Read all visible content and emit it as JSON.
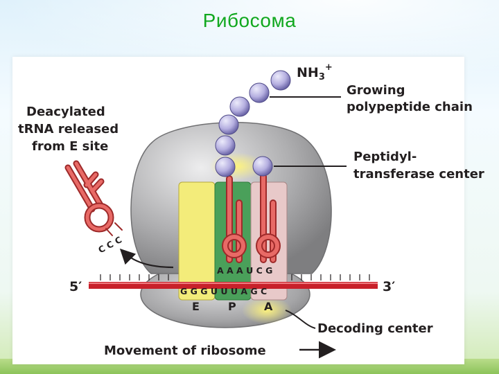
{
  "slide_title": "Рибосома",
  "labels": {
    "nh3": "NH",
    "nh3_sub": "3",
    "nh3_sup": "+",
    "growing_line1": "Growing",
    "growing_line2": "polypeptide chain",
    "deacylated_line1": "Deacylated",
    "deacylated_line2": "tRNA released",
    "deacylated_line3": "from E site",
    "peptidyl_line1": "Peptidyl-",
    "peptidyl_line2": "transferase center",
    "ccc": "C C C",
    "anticodon": "A A A U C G",
    "five_prime": "5′",
    "three_prime": "3′",
    "codons": "G G G U U U A G C",
    "site_e": "E",
    "site_p": "P",
    "site_a": "A",
    "decoding": "Decoding center",
    "movement": "Movement of ribosome"
  },
  "colors": {
    "title": "#11a81f",
    "ribosome": "#9c9c9e",
    "e_site": "#f3ec7a",
    "p_site": "#4aa05a",
    "a_site": "#e8c9c9",
    "trna": "#d9534f",
    "mrna": "#c8202a",
    "amino_acid": "#b9b3e0",
    "highlight": "#fff26a"
  }
}
